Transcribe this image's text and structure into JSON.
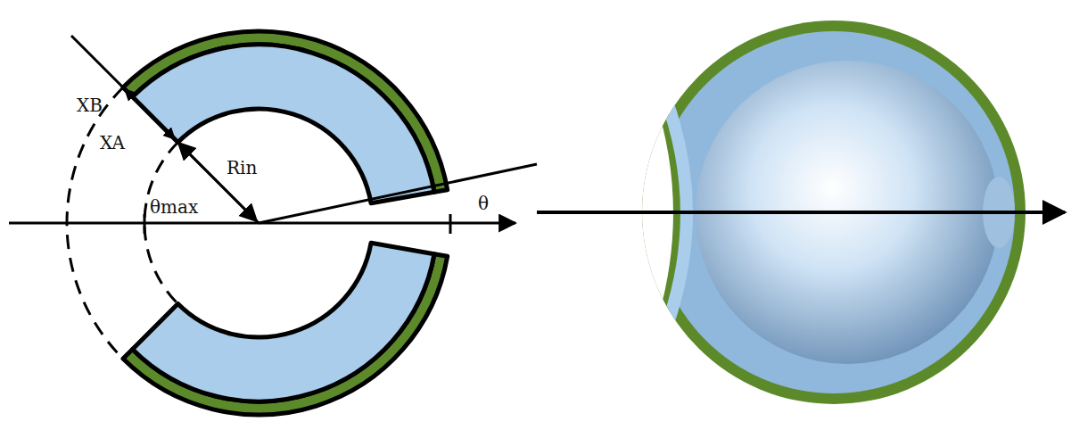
{
  "diagram": {
    "labels": [
      "XB",
      "XA",
      "Rin",
      "θmax",
      "θ"
    ]
  }
}
